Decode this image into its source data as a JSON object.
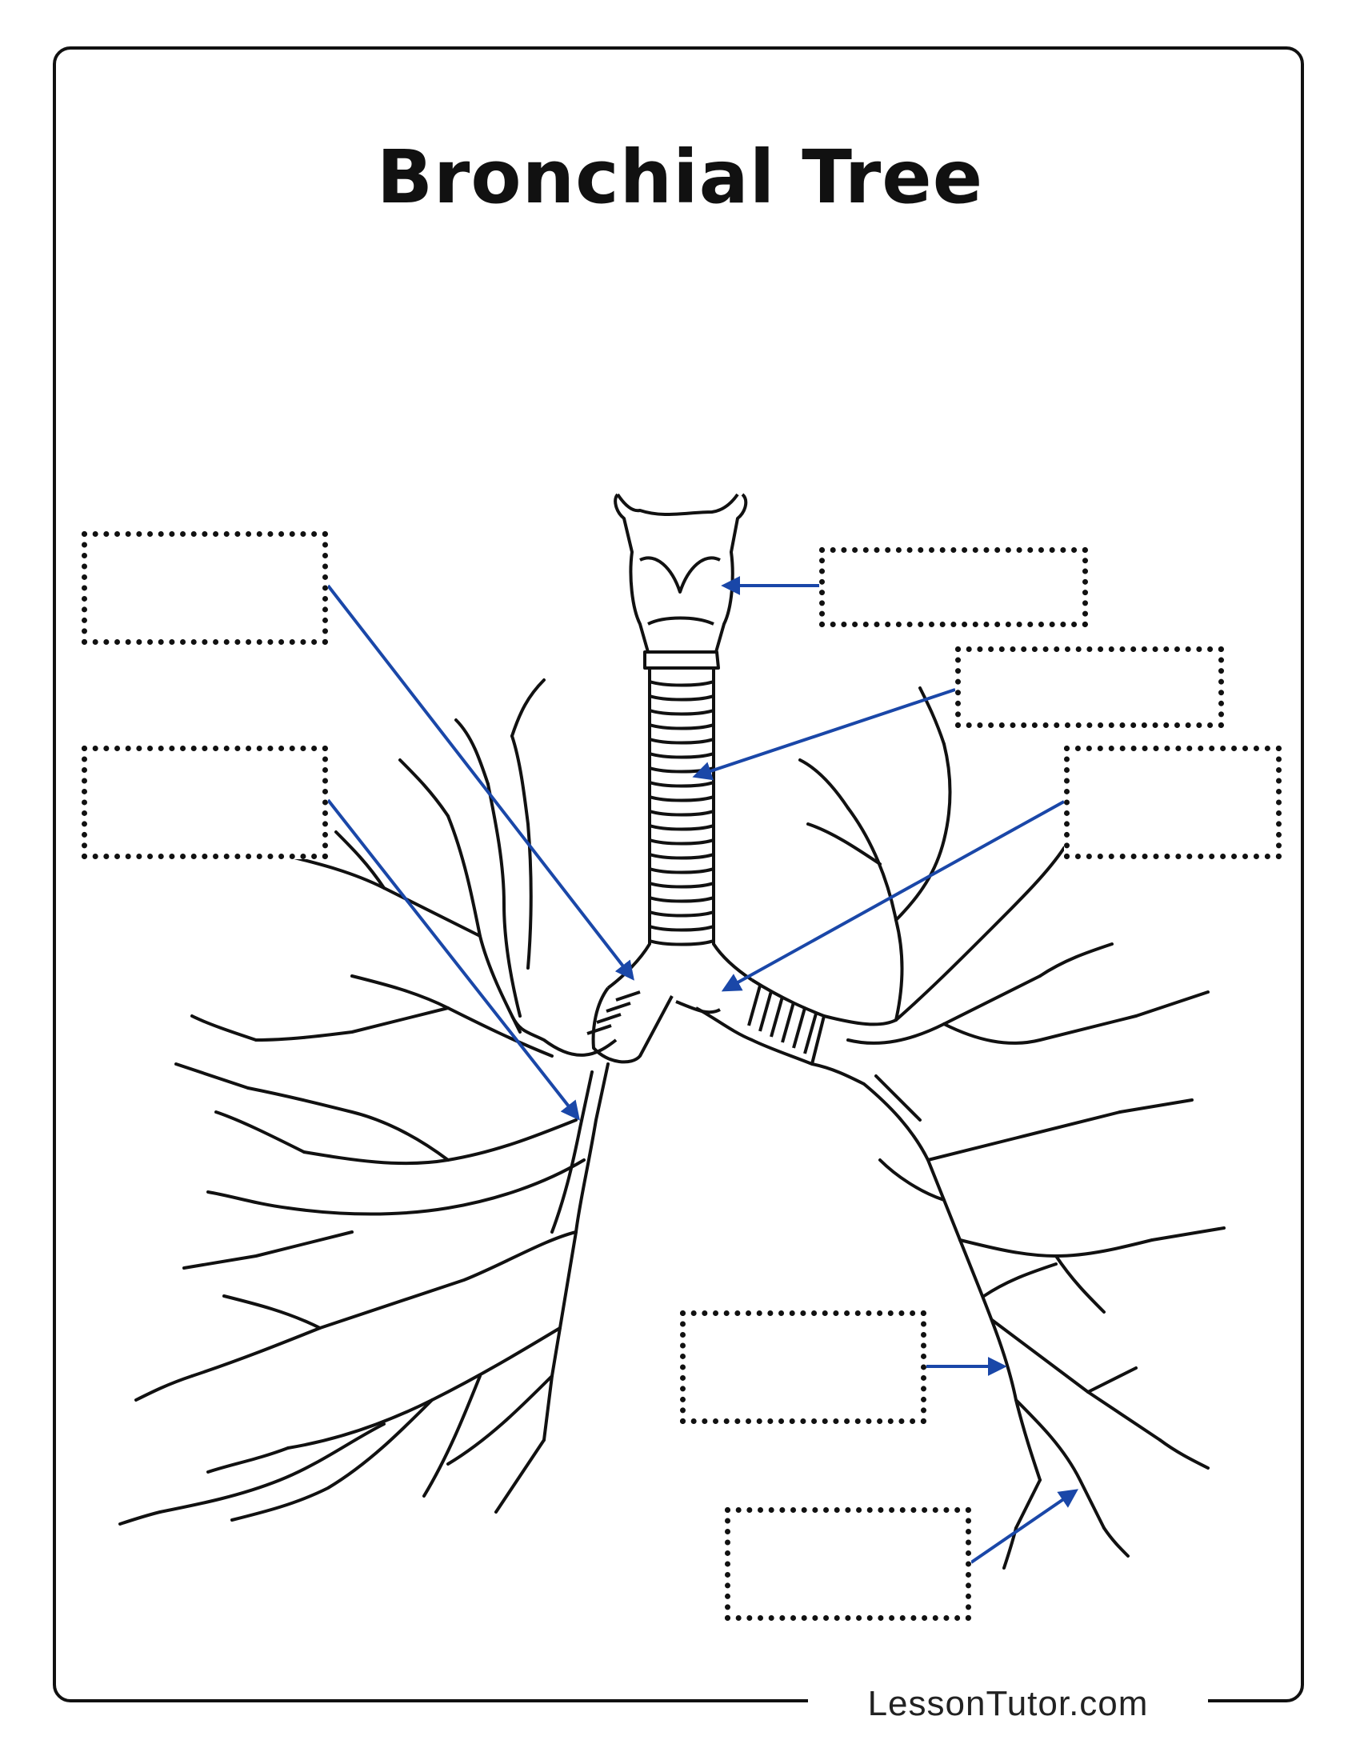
{
  "title": "Bronchial Tree",
  "footer": "LessonTutor.com",
  "colors": {
    "ink": "#111111",
    "arrow": "#1a47a8"
  },
  "label_boxes": [
    {
      "id": "upper-left",
      "text": ""
    },
    {
      "id": "middle-left",
      "text": ""
    },
    {
      "id": "larynx",
      "text": ""
    },
    {
      "id": "trachea",
      "text": ""
    },
    {
      "id": "left-primary-bronchus",
      "text": ""
    },
    {
      "id": "lower-right",
      "text": ""
    },
    {
      "id": "bottom-right",
      "text": ""
    }
  ]
}
